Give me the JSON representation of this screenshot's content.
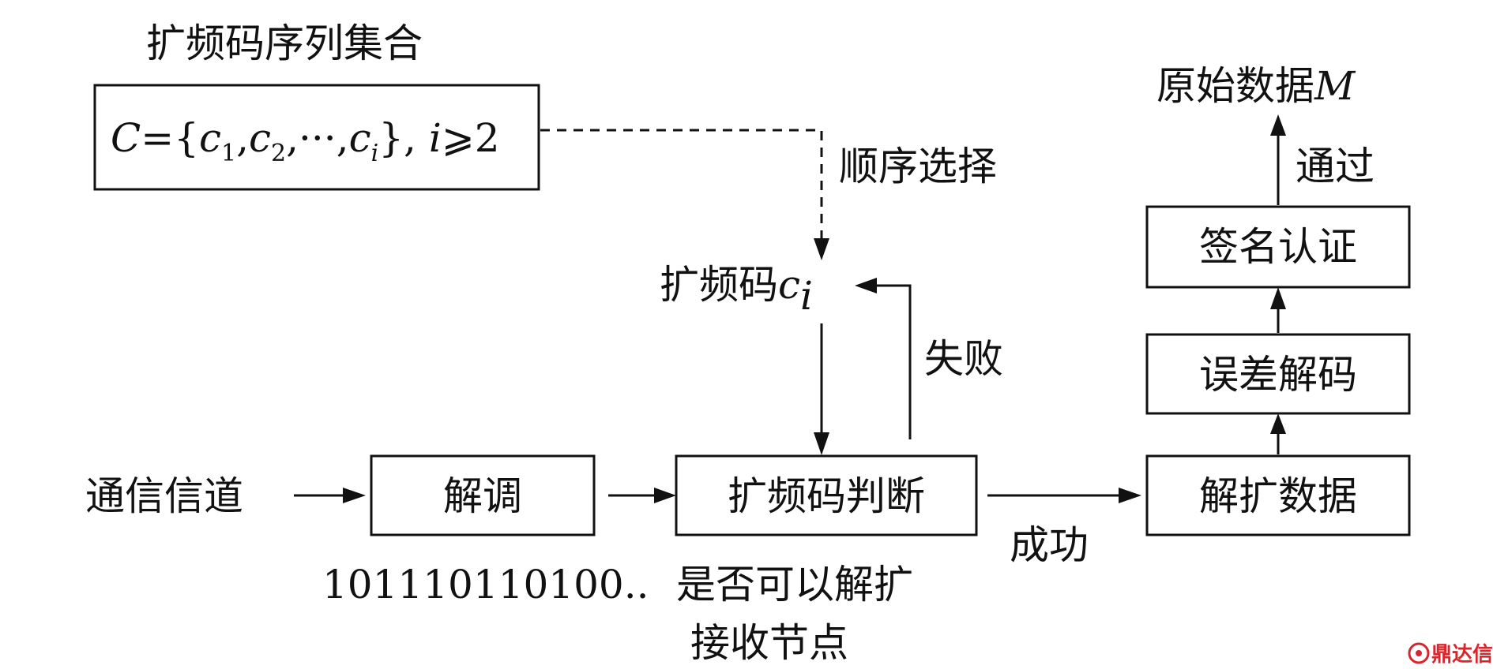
{
  "set_title": "扩频码序列集合",
  "set_formula": {
    "c_upper": "C",
    "equals_brace": "={",
    "c": "c",
    "sub1": "1",
    "sub2": "2",
    "ellipsis": ",···,",
    "sub_i": "i",
    "close": "}, ",
    "i_var": "i",
    "cond": "⩾2"
  },
  "labels": {
    "sequential_select": "顺序选择",
    "spread_code_prefix": "扩频码",
    "spread_code_var": "c",
    "spread_code_sub": "i",
    "fail": "失败",
    "success": "成功",
    "pass": "通过",
    "channel": "通信信道",
    "bitstream": "101110110100..",
    "node_line1": "是否可以解扩",
    "node_line2": "接收节点",
    "original_prefix": "原始数据",
    "original_var": "M"
  },
  "boxes": {
    "demod": "解调",
    "judge": "扩频码判断",
    "despread": "解扩数据",
    "ecc": "误差解码",
    "auth": "签名认证"
  },
  "watermark": {
    "text": "鼎达信",
    "color": "#d9262c"
  }
}
